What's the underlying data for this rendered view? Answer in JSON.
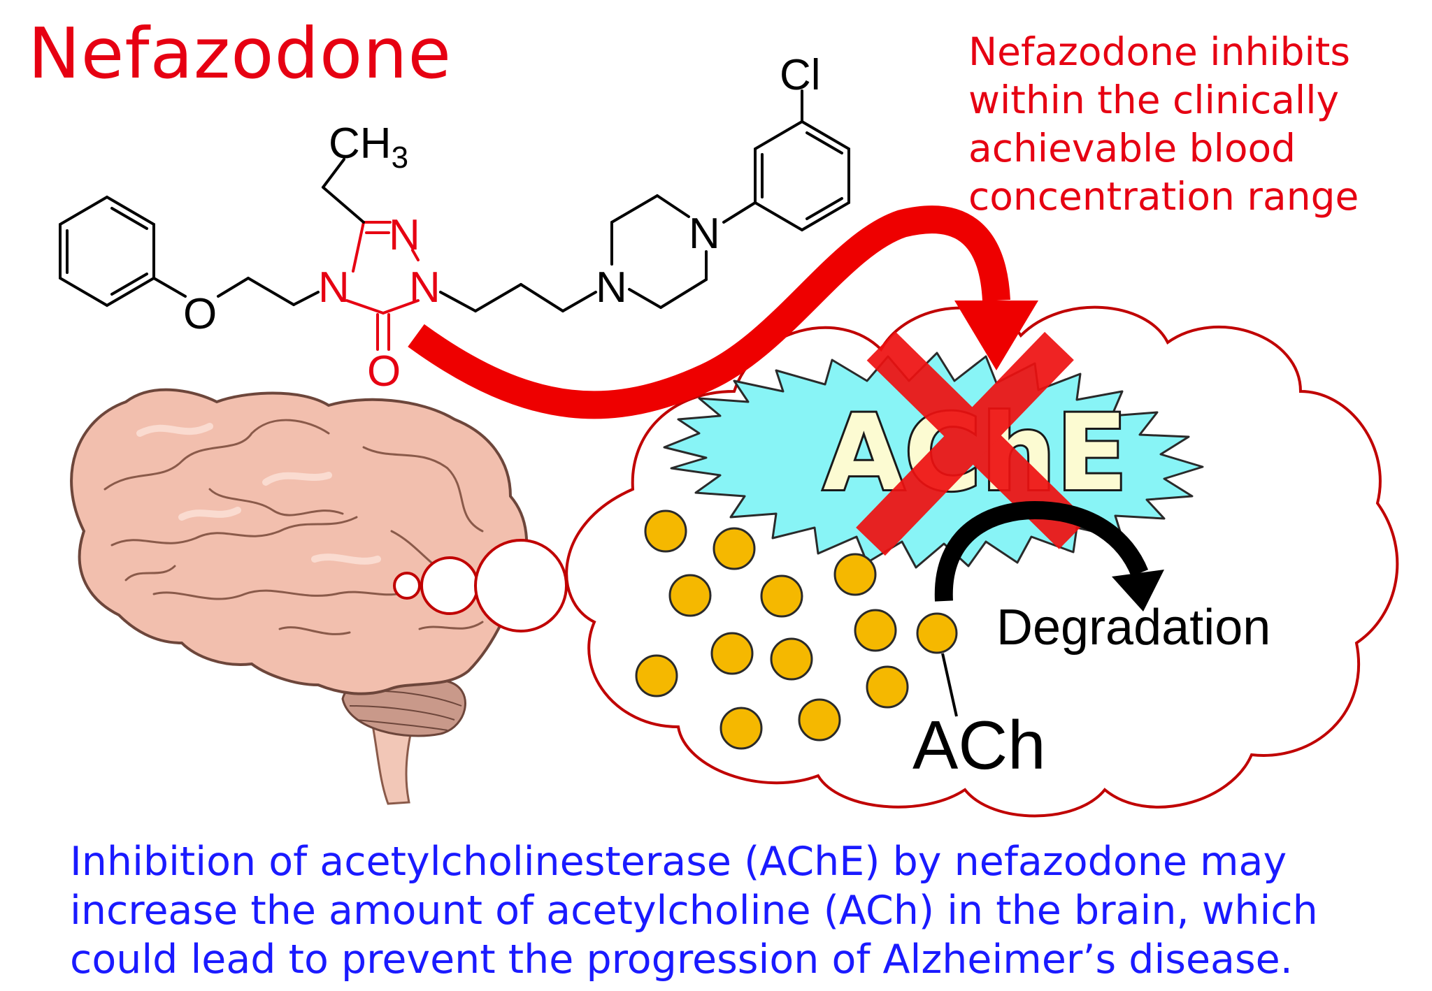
{
  "title": "Nefazodone",
  "note": {
    "lines": [
      "Nefazodone inhibits",
      "within the clinically",
      "achievable blood",
      "concentration range"
    ]
  },
  "structure": {
    "atoms": {
      "o_ether": "O",
      "n4": "N",
      "n1": "N",
      "n2": "N",
      "o_carbonyl": "O",
      "ch": "CH",
      "ch_sub": "3",
      "n_pip_a": "N",
      "n_pip_b": "N",
      "cl": "Cl"
    }
  },
  "labels": {
    "enzyme": "AChE",
    "degradation": "Degradation",
    "neurotransmitter": "ACh"
  },
  "caption": {
    "lines": [
      "Inhibition of acetylcholinesterase (AChE) by nefazodone may",
      "increase the amount of acetylcholine (ACh) in the brain, which",
      "could lead to prevent the progression of Alzheimer’s disease."
    ]
  },
  "colors": {
    "title": "#e60012",
    "triazolone": "#e60012",
    "arrow": "#ee0000",
    "cross": "#ee1111",
    "cloud_outline": "#c00000",
    "burst_fill": "#88f4f6",
    "ach_fill": "#f5b800",
    "brain_fill": "#f2bfae",
    "caption": "#1a1aff"
  }
}
